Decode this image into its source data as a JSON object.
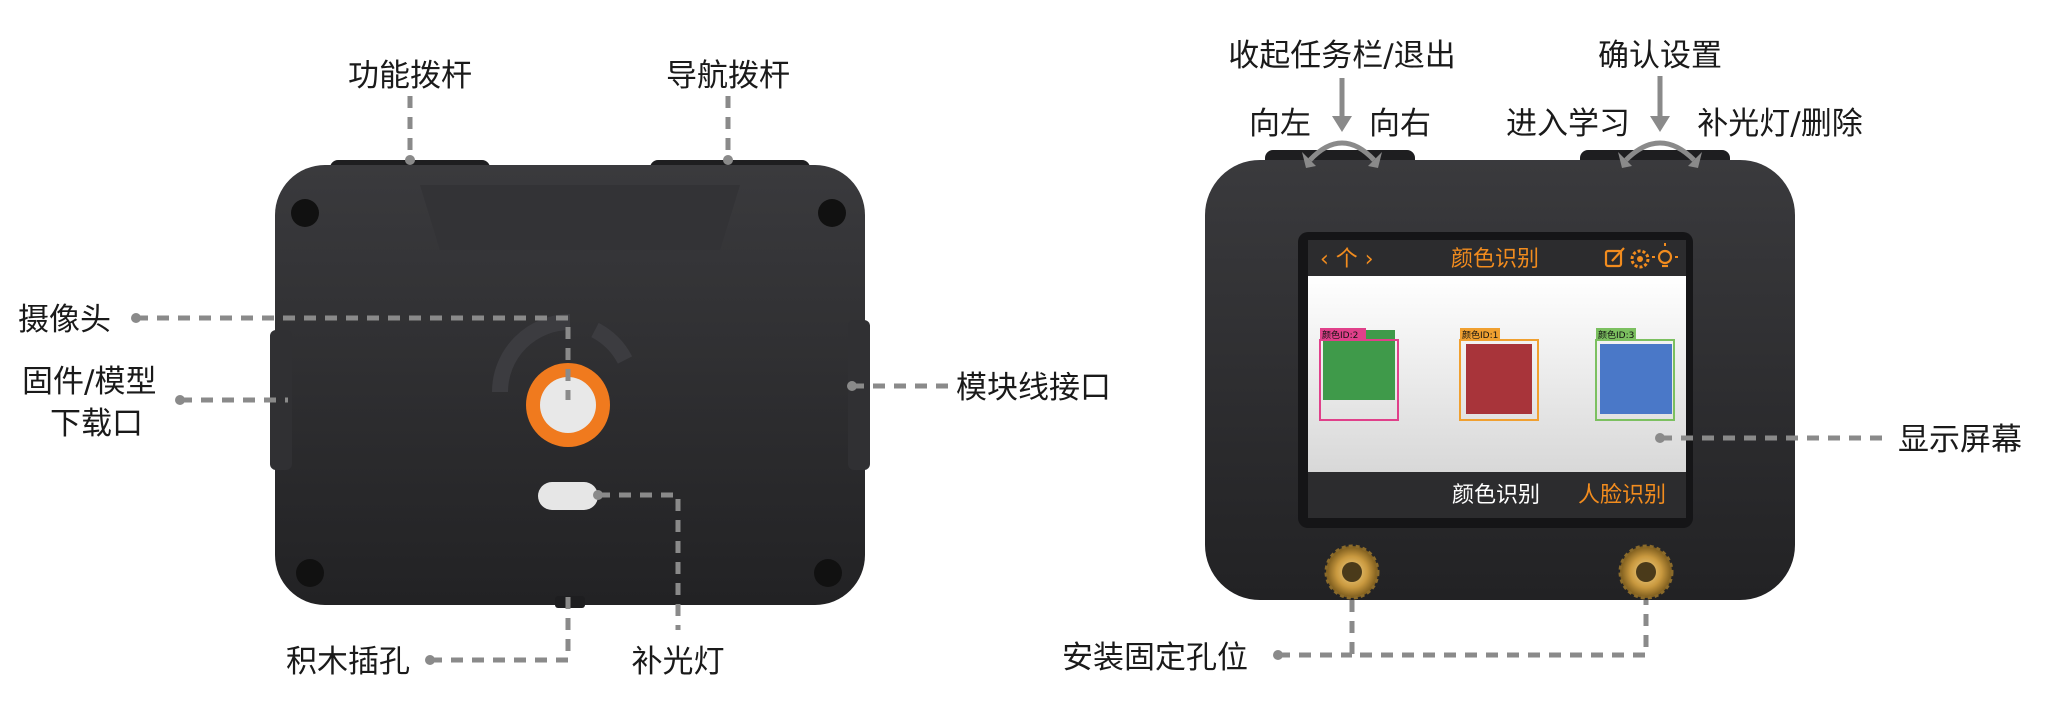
{
  "labels": {
    "function_lever": "功能拨杆",
    "nav_lever": "导航拨杆",
    "camera": "摄像头",
    "firmware_line1": "固件/模型",
    "firmware_line2": "下载口",
    "module_port": "模块线接口",
    "block_hole": "积木插孔",
    "fill_light_back": "补光灯",
    "collapse_exit": "收起任务栏/退出",
    "left": "向左",
    "right": "向右",
    "confirm_settings": "确认设置",
    "enter_learning": "进入学习",
    "fill_light_delete": "补光灯/删除",
    "display": "显示屏幕",
    "mount_holes": "安装固定孔位"
  },
  "screen": {
    "nav_glyph": "‹ 个 ›",
    "title": "颜色识别",
    "boxes": [
      {
        "tag": "颜色ID:2"
      },
      {
        "tag": "颜色ID:1"
      },
      {
        "tag": "颜色ID:3"
      }
    ],
    "bottom_left": "颜色识别",
    "bottom_right": "人脸识别"
  },
  "colors": {
    "accent_orange": "#f28c1e",
    "leader_gray": "#8a8a8a",
    "device_body": "#2b2b2d",
    "cube_green": "#3f9a4a",
    "cube_red": "#a8343a",
    "cube_blue": "#4a78c8",
    "tag_pink": "#e0408a",
    "tag_orange": "#f0a030",
    "tag_green": "#7cc060"
  },
  "icons": [
    "edit-icon",
    "gear-icon",
    "light-bulb-icon"
  ]
}
